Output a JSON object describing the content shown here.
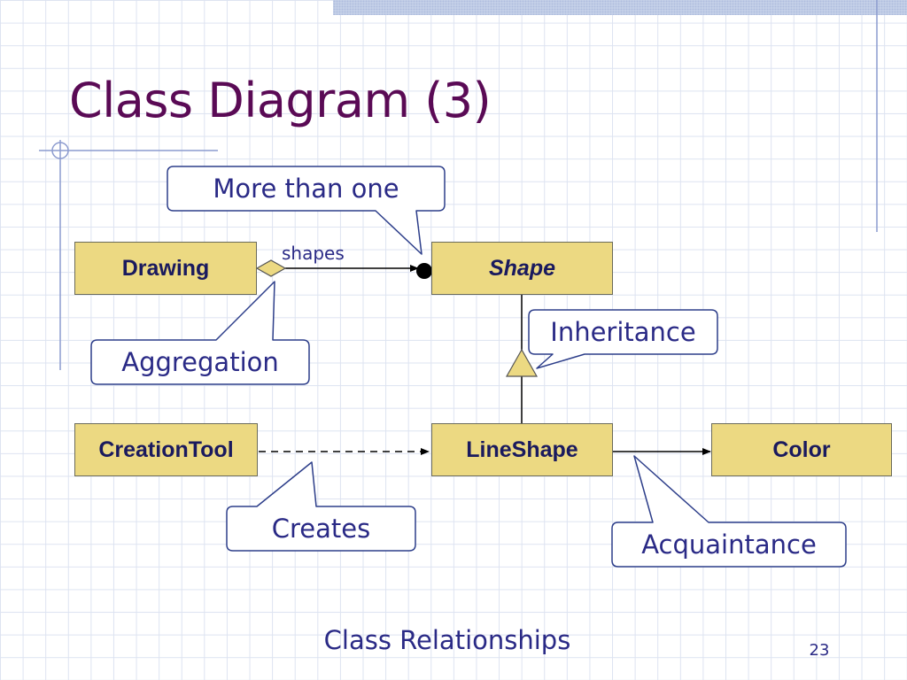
{
  "slide": {
    "title": "Class Diagram (3)",
    "footer": "Class Relationships",
    "page_number": "23"
  },
  "classes": {
    "drawing": "Drawing",
    "shape": "Shape",
    "creation_tool": "CreationTool",
    "line_shape": "LineShape",
    "color": "Color"
  },
  "labels": {
    "shapes_role": "shapes"
  },
  "callouts": {
    "more_than_one": "More than one",
    "aggregation": "Aggregation",
    "inheritance": "Inheritance",
    "creates": "Creates",
    "acquaintance": "Acquaintance"
  },
  "colors": {
    "title": "#5a0a55",
    "class_fill": "#ecd982",
    "text": "#2a2a86",
    "callout_border": "#2d3e8a"
  }
}
